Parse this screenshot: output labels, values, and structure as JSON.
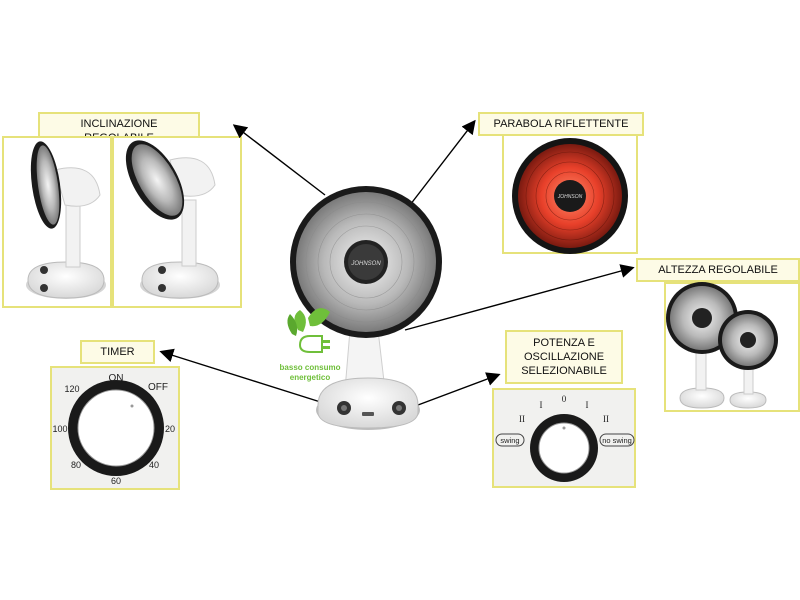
{
  "labels": {
    "inclinazione": "INCLINAZIONE REGOLABILE",
    "parabola": "PARABOLA RIFLETTENTE",
    "altezza": "ALTEZZA REGOLABILE",
    "timer": "TIMER",
    "potenza_line1": "POTENZA E",
    "potenza_line2": "OSCILLAZIONE",
    "potenza_line3": "SELEZIONABILE"
  },
  "brand": "JOHNSON",
  "eco_badge": {
    "line1": "basso consumo",
    "line2": "energetico"
  },
  "timer_dial": {
    "on": "ON",
    "off": "OFF",
    "n120": "120",
    "n100": "100",
    "n80": "80",
    "n60": "60",
    "n40": "40",
    "n20": "20"
  },
  "power_dial": {
    "zero": "0",
    "one_left": "I",
    "one_right": "I",
    "two_left": "II",
    "two_right": "II",
    "swing": "swing",
    "no_swing": "no swing"
  },
  "colors": {
    "label_fill": "#fdfbe6",
    "label_border": "#e6e27a",
    "eco_green": "#6fbf3a",
    "reflector_red": "#e8402a"
  }
}
